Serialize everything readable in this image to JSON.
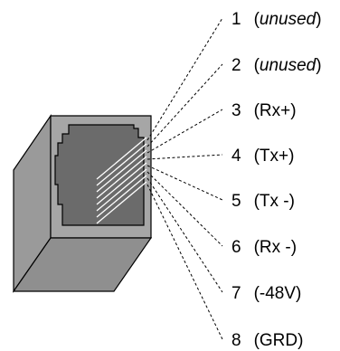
{
  "pins": [
    {
      "number": "1",
      "open": "(",
      "desc": "unused",
      "close": ")",
      "italic": true
    },
    {
      "number": "2",
      "open": "(",
      "desc": "unused",
      "close": ")",
      "italic": true
    },
    {
      "number": "3",
      "open": "(",
      "desc": "Rx+",
      "close": ")",
      "italic": false
    },
    {
      "number": "4",
      "open": "(",
      "desc": "Tx+",
      "close": ")",
      "italic": false
    },
    {
      "number": "5",
      "open": "(",
      "desc": "Tx -",
      "close": ")",
      "italic": false
    },
    {
      "number": "6",
      "open": "(",
      "desc": "Rx -",
      "close": ")",
      "italic": false
    },
    {
      "number": "7",
      "open": "(",
      "desc": "-48V",
      "close": ")",
      "italic": false
    },
    {
      "number": "8",
      "open": "(",
      "desc": "GRD",
      "close": ")",
      "italic": false
    }
  ],
  "colors": {
    "jack_side": "#9a9a9a",
    "jack_front": "#a6a6a6",
    "jack_bottom": "#8f8f8f",
    "cavity": "#6b6b6b",
    "contacts": "#ffffff",
    "outline": "#000000",
    "leader_line": "#000000"
  }
}
